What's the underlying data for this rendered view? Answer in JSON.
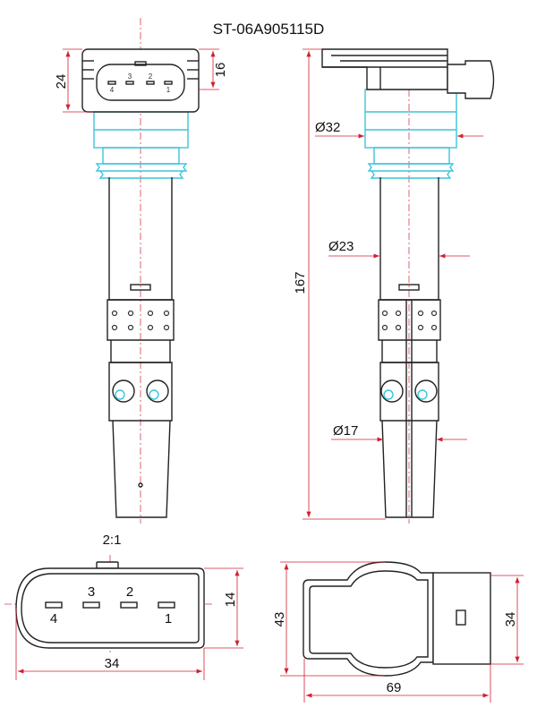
{
  "title": "ST-06A905115D",
  "front_view": {
    "dim_height": "24",
    "dim_connector": "16",
    "pins": [
      "4",
      "3",
      "2",
      "1"
    ]
  },
  "side_view": {
    "dim_length": "167",
    "dia_top": "Ø32",
    "dia_mid": "Ø23",
    "dia_bottom": "Ø17"
  },
  "connector_detail": {
    "scale": "2:1",
    "pins_top": [
      "3",
      "2"
    ],
    "pins_bottom": [
      "4",
      "1"
    ],
    "dim_width": "34",
    "dim_height": "14"
  },
  "top_view": {
    "dim_height": "43",
    "dim_plug": "34",
    "dim_width": "69"
  },
  "colors": {
    "outline": "#222222",
    "cyan": "#3cc4dc",
    "dimension": "#d02030"
  }
}
